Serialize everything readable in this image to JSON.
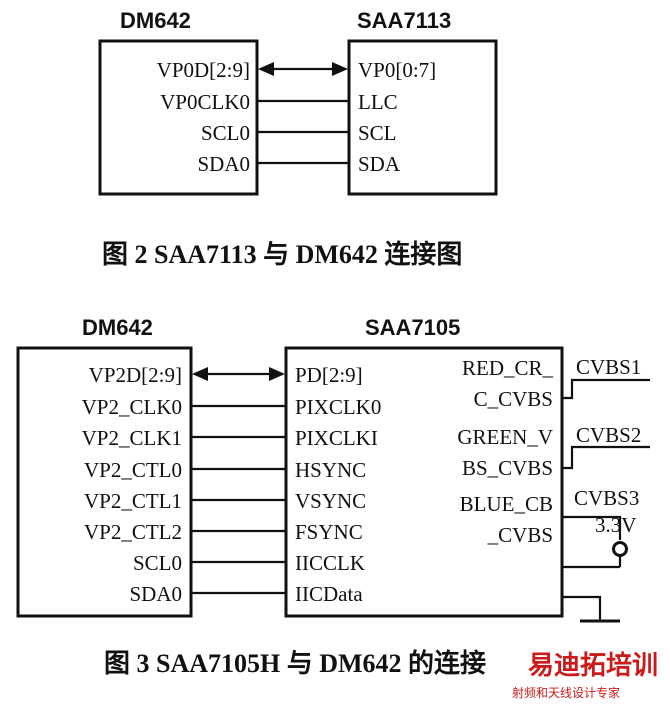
{
  "fig2": {
    "left_chip": "DM642",
    "right_chip": "SAA7113",
    "left_pins": [
      "VP0D[2:9]",
      "VP0CLK0",
      "SCL0",
      "SDA0"
    ],
    "right_pins": [
      "VP0[0:7]",
      "LLC",
      "SCL",
      "SDA"
    ],
    "caption": "图 2  SAA7113 与 DM642 连接图"
  },
  "fig3": {
    "left_chip": "DM642",
    "right_chip": "SAA7105",
    "left_pins": [
      "VP2D[2:9]",
      "VP2_CLK0",
      "VP2_CLK1",
      "VP2_CTL0",
      "VP2_CTL1",
      "VP2_CTL2",
      "SCL0",
      "SDA0"
    ],
    "right_pins": [
      "PD[2:9]",
      "PIXCLK0",
      "PIXCLKI",
      "HSYNC",
      "VSYNC",
      "FSYNC",
      "IICCLK",
      "IICData"
    ],
    "output_pins": [
      "RED_CR_",
      "C_CVBS",
      "GREEN_V",
      "BS_CVBS",
      "BLUE_CB",
      "_CVBS"
    ],
    "output_nets": [
      "CVBS1",
      "CVBS2",
      "CVBS3"
    ],
    "supply": "3.3V",
    "caption": "图 3  SAA7105H 与 DM642 的连接"
  },
  "watermark": {
    "brand": "易迪拓培训",
    "tagline": "射频和天线设计专家"
  }
}
